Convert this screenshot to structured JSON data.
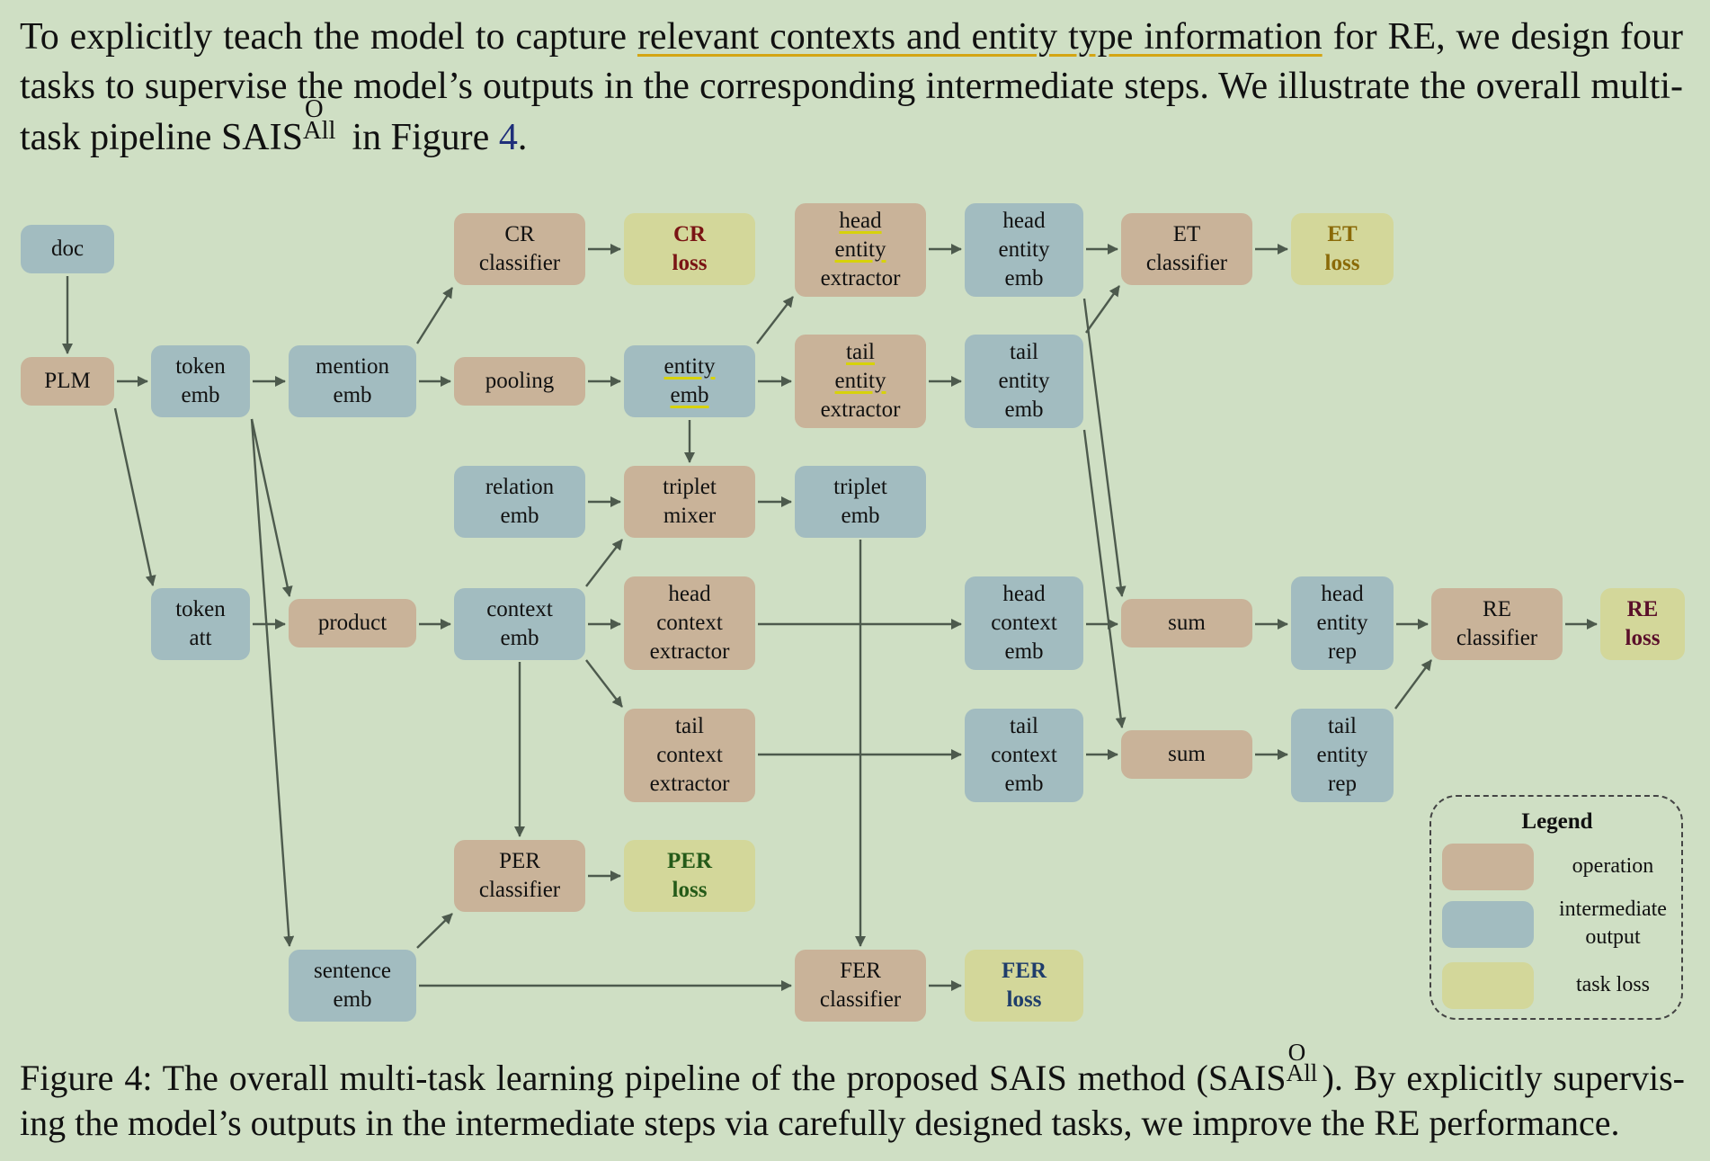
{
  "paragraph": {
    "before": "To explicitly teach the model to capture ",
    "underlined": "relevant contexts and entity type information",
    "after": " for RE, we design four tasks to supervise the model’s outputs in the corresponding intermediate steps. We illustrate the overall multi-task pipeline SAIS",
    "sup": "O",
    "sub": "All",
    "after2": " in Figure ",
    "fig_ref": "4",
    "end": "."
  },
  "nodes": {
    "doc": [
      "doc"
    ],
    "plm": [
      "PLM"
    ],
    "token_emb": [
      "token",
      "emb"
    ],
    "mention_emb": [
      "mention",
      "emb"
    ],
    "cr_classifier": [
      "CR",
      "classifier"
    ],
    "cr_loss": [
      "CR",
      "loss"
    ],
    "pooling": [
      "pooling"
    ],
    "entity_emb": [
      "entity",
      "emb"
    ],
    "head_entity_extractor": [
      "head",
      "entity",
      "extractor"
    ],
    "tail_entity_extractor": [
      "tail",
      "entity",
      "extractor"
    ],
    "head_entity_emb": [
      "head",
      "entity",
      "emb"
    ],
    "tail_entity_emb": [
      "tail",
      "entity",
      "emb"
    ],
    "et_classifier": [
      "ET",
      "classifier"
    ],
    "et_loss": [
      "ET",
      "loss"
    ],
    "relation_emb": [
      "relation",
      "emb"
    ],
    "triplet_mixer": [
      "triplet",
      "mixer"
    ],
    "triplet_emb": [
      "triplet",
      "emb"
    ],
    "token_att": [
      "token",
      "att"
    ],
    "product": [
      "product"
    ],
    "context_emb": [
      "context",
      "emb"
    ],
    "head_context_extractor": [
      "head",
      "context",
      "extractor"
    ],
    "tail_context_extractor": [
      "tail",
      "context",
      "extractor"
    ],
    "head_context_emb": [
      "head",
      "context",
      "emb"
    ],
    "tail_context_emb": [
      "tail",
      "context",
      "emb"
    ],
    "sum_head": [
      "sum"
    ],
    "sum_tail": [
      "sum"
    ],
    "head_entity_rep": [
      "head",
      "entity",
      "rep"
    ],
    "tail_entity_rep": [
      "tail",
      "entity",
      "rep"
    ],
    "re_classifier": [
      "RE",
      "classifier"
    ],
    "re_loss": [
      "RE",
      "loss"
    ],
    "per_classifier": [
      "PER",
      "classifier"
    ],
    "per_loss": [
      "PER",
      "loss"
    ],
    "sentence_emb": [
      "sentence",
      "emb"
    ],
    "fer_classifier": [
      "FER",
      "classifier"
    ],
    "fer_loss": [
      "FER",
      "loss"
    ]
  },
  "colors": {
    "operation": "#c9b399",
    "intermediate": "#a2bcc0",
    "task_loss": "#d3d79a",
    "background": "#cfdfc4",
    "arrow": "#4d5a4d",
    "cr_loss_text": "#7a1414",
    "et_loss_text": "#8a6a08",
    "re_loss_text": "#5a0f2a",
    "per_loss_text": "#245a18",
    "fer_loss_text": "#1f3d6b"
  },
  "legend": {
    "title": "Legend",
    "operation": "operation",
    "intermediate_line1": "intermediate",
    "intermediate_line2": "output",
    "task_loss": "task loss"
  },
  "caption": {
    "prefix": "Figure 4: The overall multi-task learning pipeline of the proposed SAIS method (SAIS",
    "sup": "O",
    "sub": "All",
    "rest": "). By explicitly supervis­ing the model’s outputs in the intermediate steps via carefully designed tasks, we improve the RE performance."
  }
}
